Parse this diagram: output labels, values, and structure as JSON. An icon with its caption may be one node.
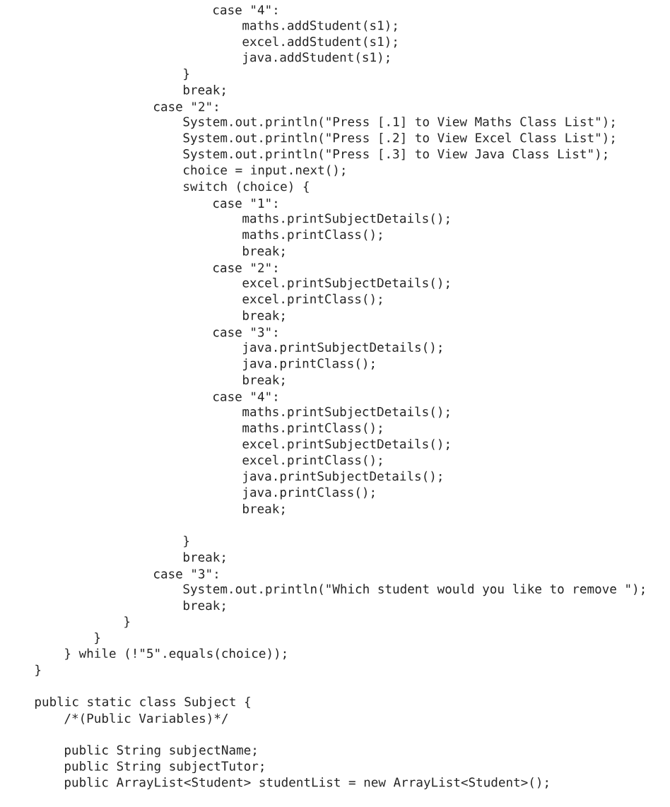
{
  "diagram": {
    "labels": [
      "case \"4\":",
      "maths.addStudent(s1);",
      "excel.addStudent(s1);",
      "java.addStudent(s1);",
      "}",
      "break;",
      "case \"2\":",
      "System.out.println(\"Press [.1] to View Maths Class List\");",
      "System.out.println(\"Press [.2] to View Excel Class List\");",
      "System.out.println(\"Press [.3] to View Java Class List\");",
      "choice = input.next();",
      "switch (choice) {",
      "case \"1\":",
      "maths.printSubjectDetails();",
      "maths.printClass();",
      "break;",
      "case \"2\":",
      "excel.printSubjectDetails();",
      "excel.printClass();",
      "break;",
      "case \"3\":",
      "java.printSubjectDetails();",
      "java.printClass();",
      "break;",
      "case \"4\":",
      "maths.printSubjectDetails();",
      "maths.printClass();",
      "excel.printSubjectDetails();",
      "excel.printClass();",
      "java.printSubjectDetails();",
      "java.printClass();",
      "break;",
      "}",
      "break;",
      "case \"3\":",
      "System.out.println(\"Which student would you like to remove \");",
      "break;",
      "}",
      "}",
      "} while (!\"5\".equals(choice));",
      "}",
      "public static class Subject {",
      "/*(Public Variables)",
      "*/",
      "public String subjectName;",
      "public String subjectTutor;",
      "public ArrayList<Student> studentList = new ArrayList<Student>();"
    ]
  }
}
